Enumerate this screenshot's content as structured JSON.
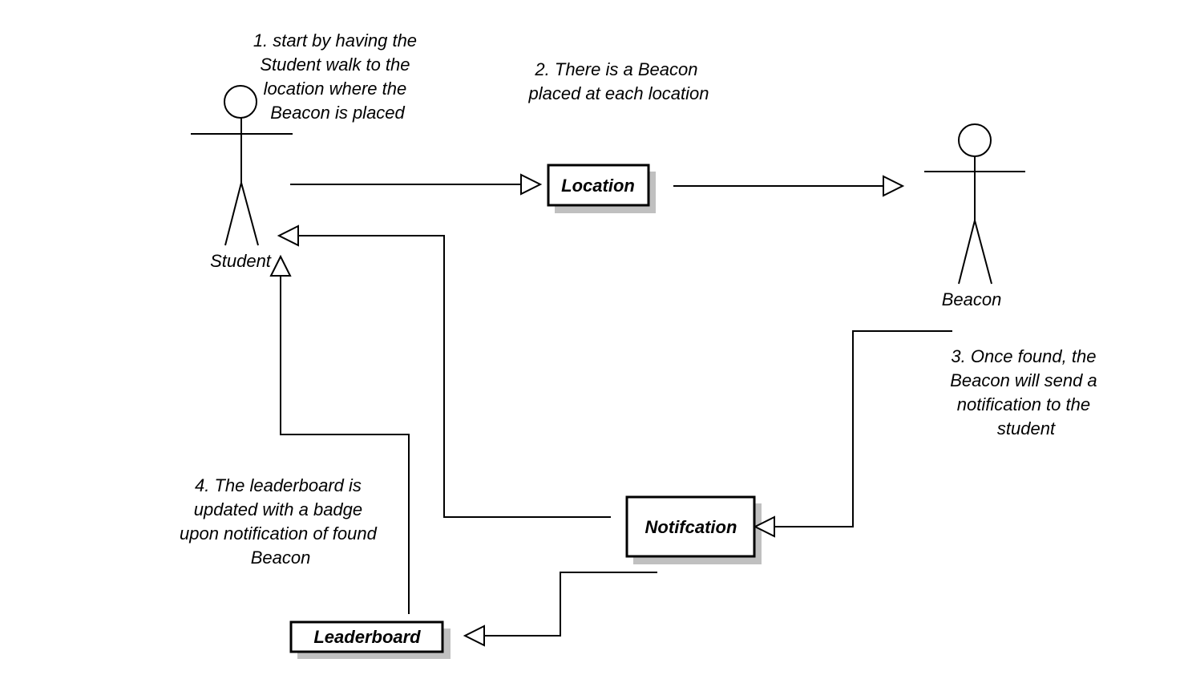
{
  "actors": {
    "student": "Student",
    "beacon": "Beacon"
  },
  "boxes": {
    "location": "Location",
    "notification": "Notifcation",
    "leaderboard": "Leaderboard"
  },
  "notes": {
    "step1": [
      "1. start by having the",
      "Student walk to the",
      "location where the",
      "Beacon is placed"
    ],
    "step2": [
      "2. There is a Beacon",
      "placed at each location"
    ],
    "step3": [
      "3. Once found, the",
      "Beacon will send a",
      "notification to the",
      "student"
    ],
    "step4": [
      "4. The leaderboard is",
      "updated with a badge",
      "upon notification of found",
      "Beacon"
    ]
  }
}
